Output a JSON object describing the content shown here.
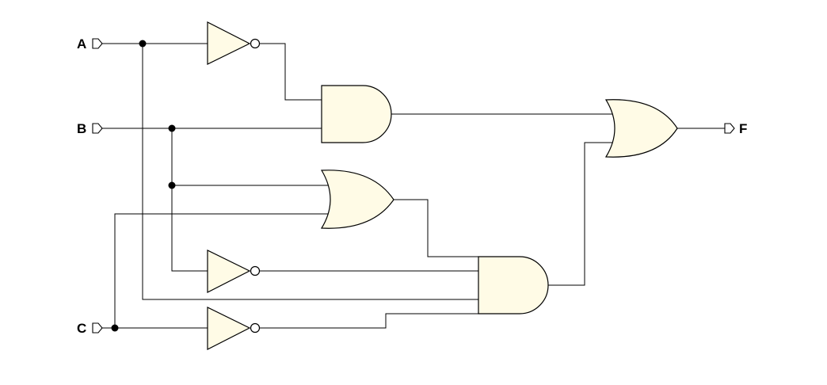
{
  "inputs": {
    "a": "A",
    "b": "B",
    "c": "C"
  },
  "output": {
    "f": "F"
  },
  "gate_fill": "#fffbe6",
  "wire_color": "#000000"
}
